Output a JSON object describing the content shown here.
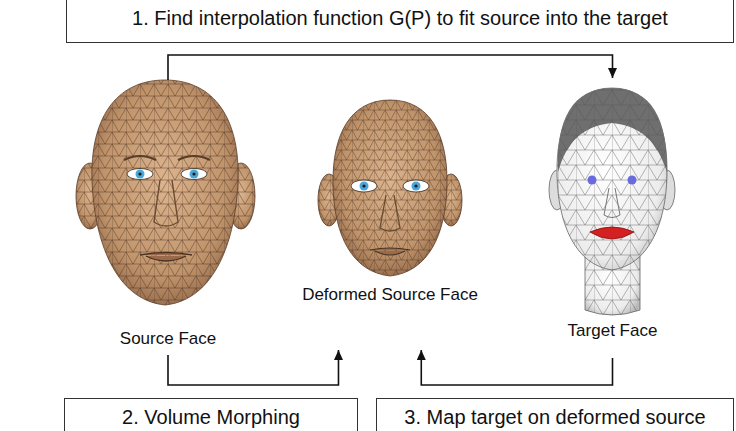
{
  "diagram": {
    "nodes": [
      {
        "text": [
          "1. Find interpolation function G(P) to fit source into the target"
        ]
      },
      {
        "text": [
          "Source Face"
        ]
      },
      {
        "text": [
          "Deformed Source Face"
        ]
      },
      {
        "text": [
          "Target Face"
        ]
      },
      {
        "text": [
          "2. Volume Morphing"
        ]
      },
      {
        "text": [
          "3. Map target on deformed source"
        ]
      }
    ],
    "edges": [
      {
        "from": 1,
        "to": 3,
        "arrow": "to"
      },
      {
        "from": 1,
        "to": 2,
        "arrow": "to"
      },
      {
        "from": 3,
        "to": 2,
        "arrow": "to"
      }
    ]
  }
}
